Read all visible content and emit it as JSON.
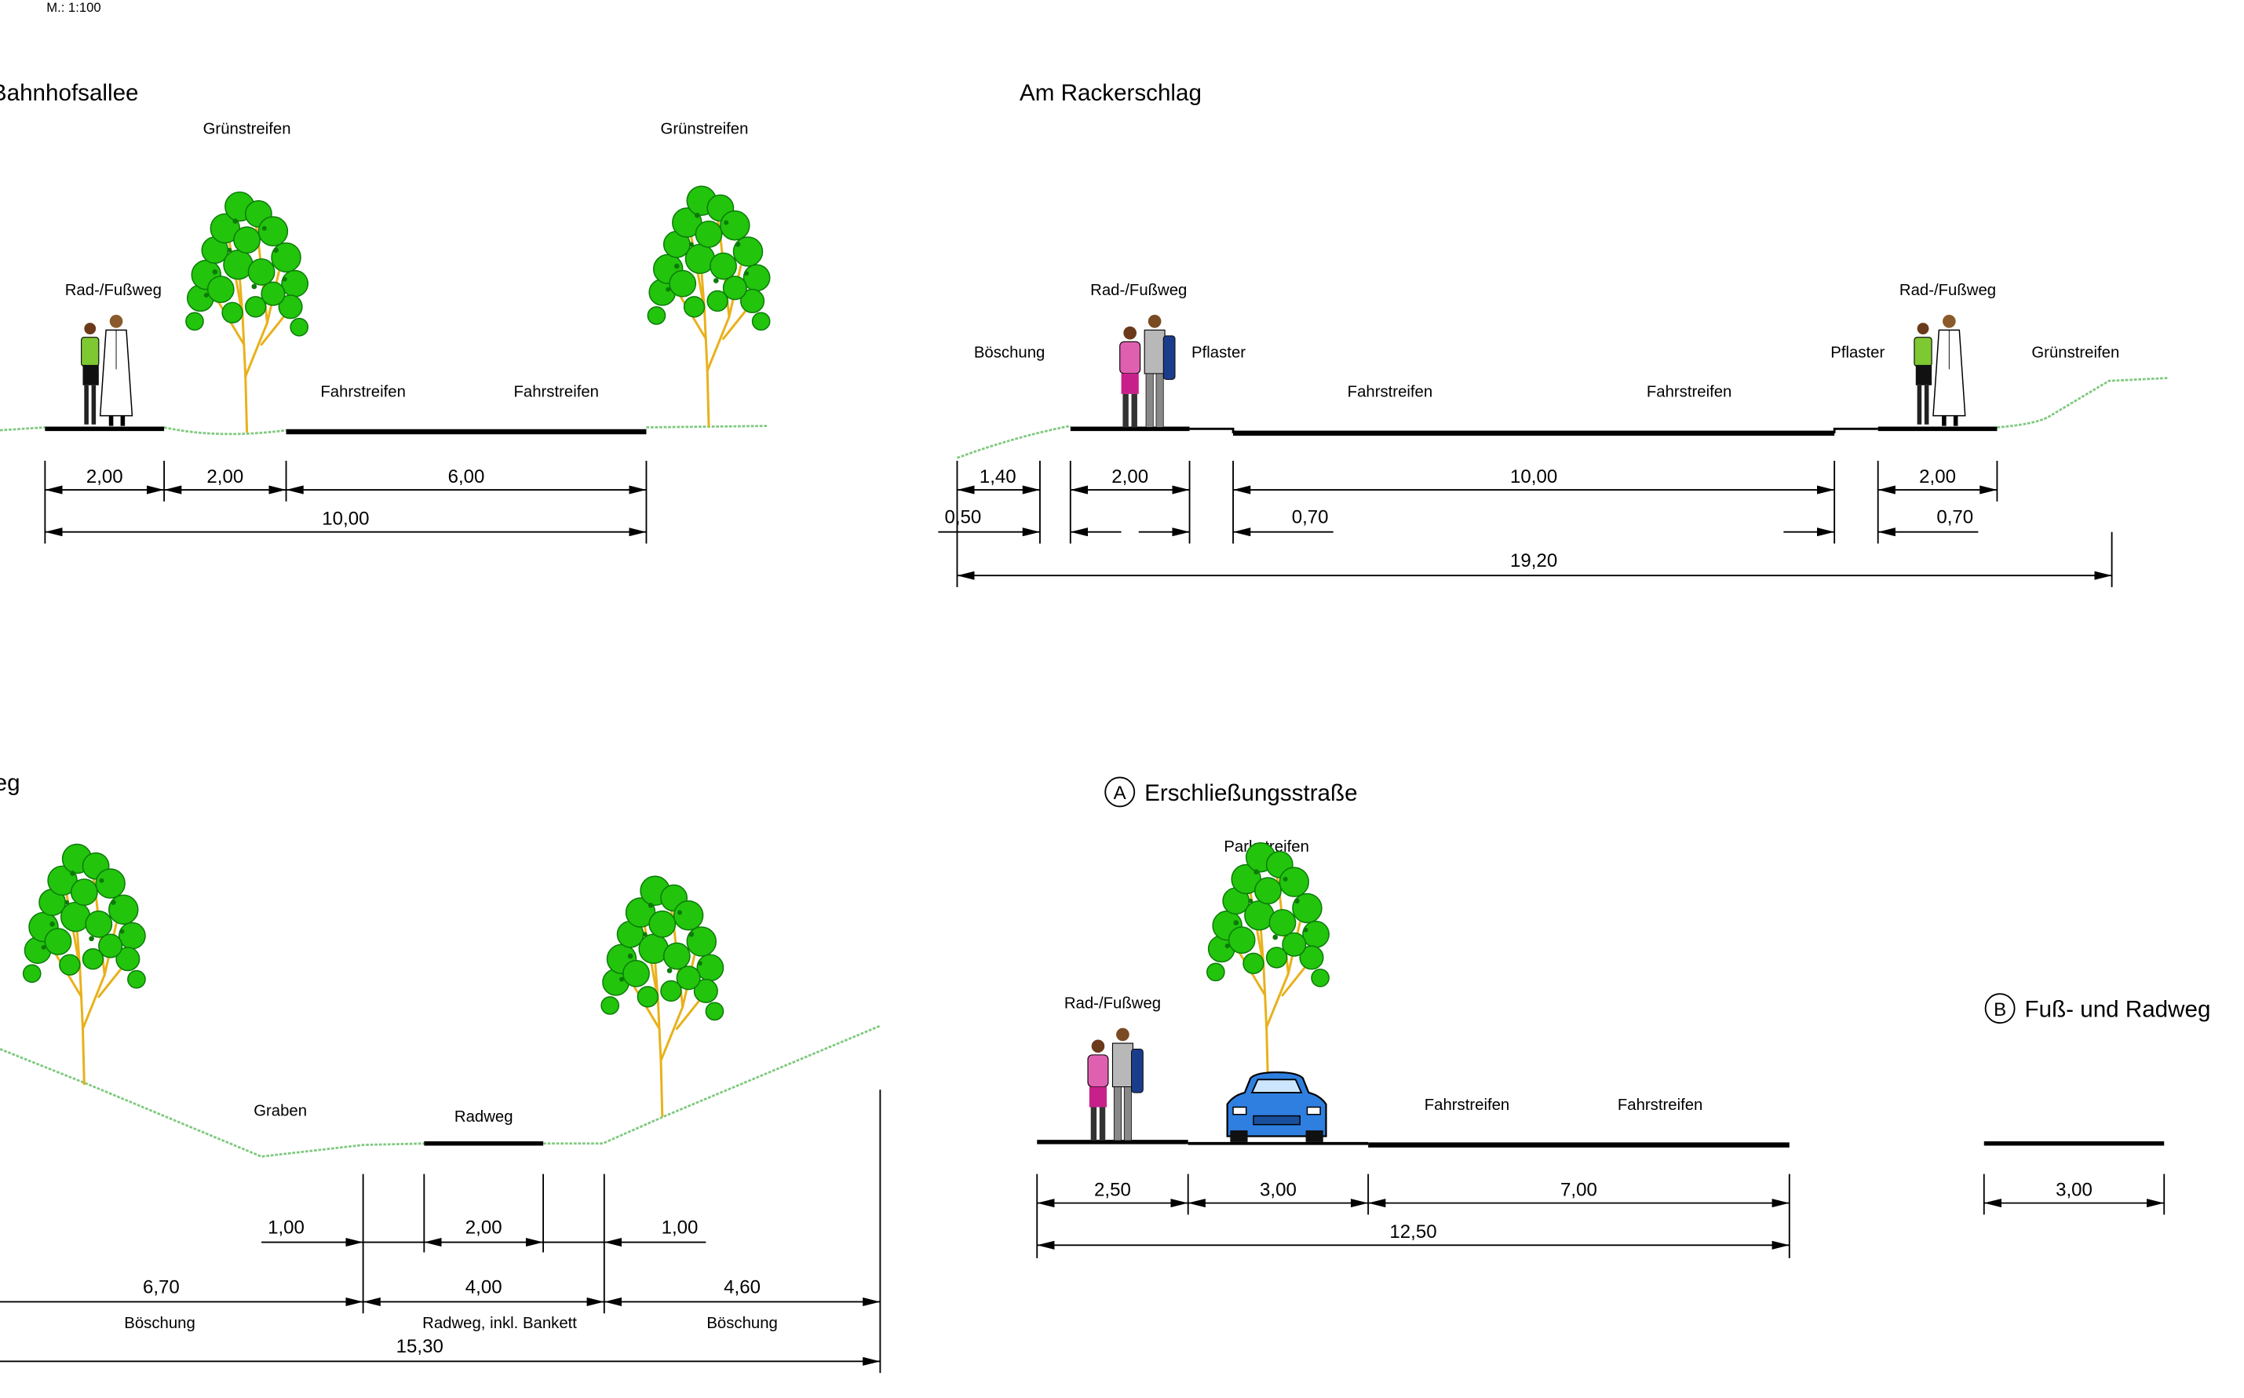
{
  "scale_note": "M.: 1:100",
  "sections": {
    "bahnhofsallee": {
      "title": "Bahnhofsallee",
      "labels": {
        "gruen_left": "Grünstreifen",
        "gruen_right": "Grünstreifen",
        "radweg": "Rad-/Fußweg",
        "fahr1": "Fahrstreifen",
        "fahr2": "Fahrstreifen"
      },
      "dims": {
        "d1": "2,00",
        "d2": "2,00",
        "d3": "6,00",
        "total": "10,00"
      }
    },
    "rackerschlag": {
      "title": "Am Rackerschlag",
      "labels": {
        "rad_left": "Rad-/Fußweg",
        "rad_right": "Rad-/Fußweg",
        "boeschung": "Böschung",
        "pflaster_left": "Pflaster",
        "pflaster_right": "Pflaster",
        "gruen": "Grünstreifen",
        "fahr1": "Fahrstreifen",
        "fahr2": "Fahrstreifen"
      },
      "dims": {
        "d_140": "1,40",
        "d_200a": "2,00",
        "d_1000": "10,00",
        "d_200b": "2,00",
        "d_050": "0,50",
        "d_070a": "0,70",
        "d_070b": "0,70",
        "total": "19,20"
      }
    },
    "graben_weg": {
      "title": "eg",
      "labels": {
        "graben": "Graben",
        "radweg": "Radweg",
        "boeschung_left": "Böschung",
        "radweg_bankett": "Radweg, inkl. Bankett",
        "boeschung_right": "Böschung"
      },
      "dims": {
        "d_100a": "1,00",
        "d_200": "2,00",
        "d_100b": "1,00",
        "d_670": "6,70",
        "d_400": "4,00",
        "d_460": "4,60",
        "total": "15,30"
      }
    },
    "erschliessung": {
      "marker": "A",
      "title": "Erschließungsstraße",
      "labels": {
        "parkstreifen": "Parkstreifen",
        "radweg": "Rad-/Fußweg",
        "fahr1": "Fahrstreifen",
        "fahr2": "Fahrstreifen"
      },
      "dims": {
        "d_250": "2,50",
        "d_300": "3,00",
        "d_700": "7,00",
        "total": "12,50"
      }
    },
    "fuss_radweg": {
      "marker": "B",
      "title": "Fuß- und Radweg",
      "dims": {
        "d_300": "3,00"
      }
    }
  },
  "colors": {
    "tree_foliage": "#22c40c",
    "tree_foliage_dark": "#0b7a08",
    "tree_trunk": "#e8b11a",
    "grass": "#7fc97f",
    "car": "#2f7fe0",
    "line": "#000000"
  }
}
